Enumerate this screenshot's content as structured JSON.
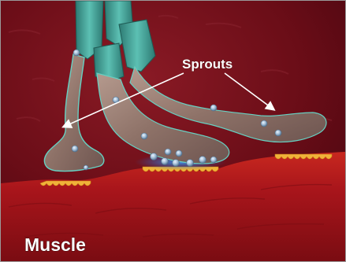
{
  "labels": {
    "sprouts": "Sprouts",
    "muscle": "Muscle"
  },
  "colors": {
    "background": "#6a0d17",
    "muscle_tissue": "#a8151b",
    "axon_body": "#8e7268",
    "myelin_sheath": "#3f9c92",
    "vesicle": "#9fbad3",
    "synapse_glow": "#1a6cd0",
    "junction_folds": "#f0b23a"
  },
  "icons": {
    "arrow": "white-pointer-arrow"
  }
}
